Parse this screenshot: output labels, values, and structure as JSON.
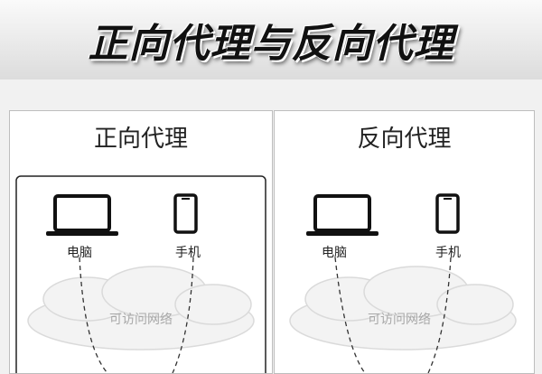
{
  "header": {
    "title": "正向代理与反向代理"
  },
  "panels": [
    {
      "title": "正向代理",
      "laptop_label": "电脑",
      "phone_label": "手机",
      "cloud_label": "可访问网络"
    },
    {
      "title": "反向代理",
      "laptop_label": "电脑",
      "phone_label": "手机",
      "cloud_label": "可访问网络"
    }
  ]
}
